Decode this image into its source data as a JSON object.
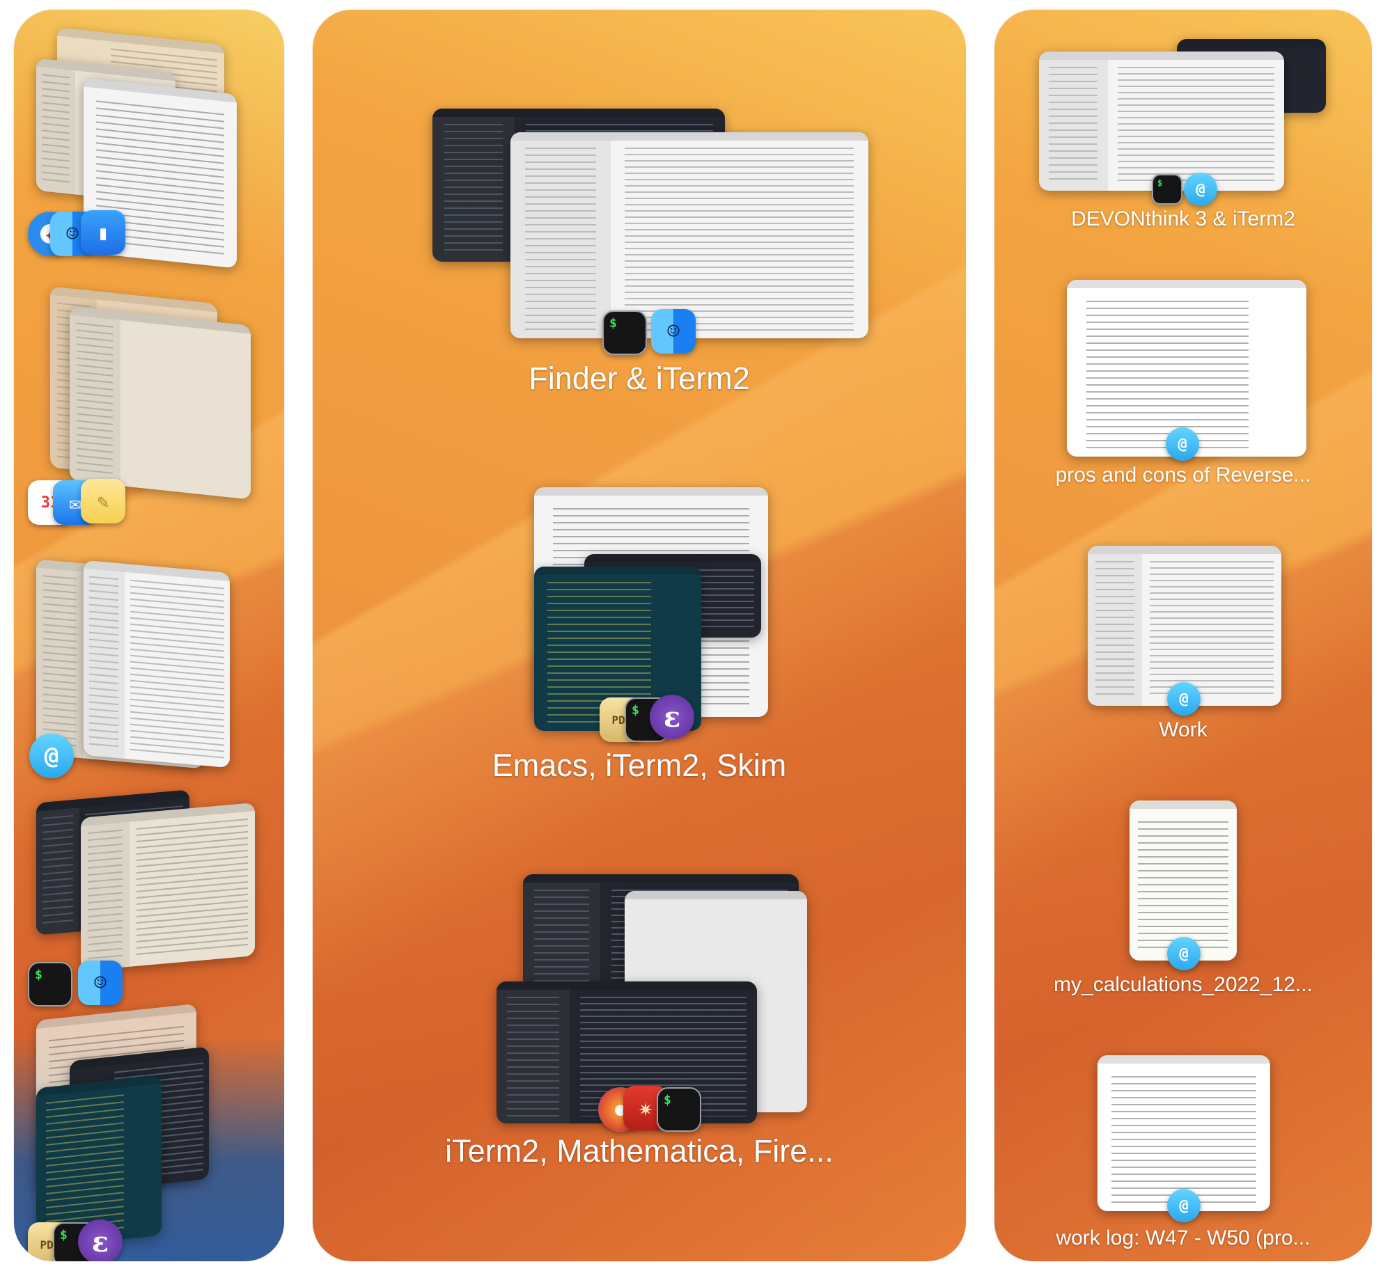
{
  "left_strip": {
    "groups": [
      {
        "icons": [
          "safari-icon",
          "finder-icon",
          "books-icon"
        ]
      },
      {
        "icons": [
          "calendar-icon",
          "mail-icon",
          "notes-icon"
        ]
      },
      {
        "icons": [
          "devonthink-icon"
        ]
      },
      {
        "icons": [
          "iterm2-icon",
          "finder-icon"
        ]
      },
      {
        "icons": [
          "skim-icon",
          "iterm2-icon",
          "emacs-icon"
        ]
      }
    ]
  },
  "main_stage": {
    "groups": [
      {
        "label": "Finder & iTerm2",
        "icons": [
          "iterm2-icon",
          "finder-icon"
        ]
      },
      {
        "label": "Emacs, iTerm2, Skim",
        "icons": [
          "skim-icon",
          "iterm2-icon",
          "emacs-icon"
        ]
      },
      {
        "label": "iTerm2, Mathematica, Fire...",
        "icons": [
          "firefox-icon",
          "mathematica-icon",
          "iterm2-icon"
        ]
      }
    ]
  },
  "right_strip": {
    "groups": [
      {
        "label": "DEVONthink 3 & iTerm2",
        "icons": [
          "iterm2-icon",
          "devonthink-icon"
        ]
      },
      {
        "label": "pros and cons of Reverse...",
        "icons": [
          "devonthink-icon"
        ]
      },
      {
        "label": "Work",
        "icons": [
          "devonthink-icon"
        ]
      },
      {
        "label": "my_calculations_2022_12...",
        "icons": [
          "devonthink-icon"
        ]
      },
      {
        "label": "work log: W47 - W50 (pro...",
        "icons": [
          "devonthink-icon"
        ]
      }
    ]
  },
  "glyphs": {
    "iterm": "$",
    "finder": "☺",
    "devon": "@",
    "emacs": "ε",
    "skim": "PDF",
    "safari": "✦",
    "books": "▮",
    "mail": "✉",
    "notes": "✎",
    "calendar": "31",
    "mathematica": "✷",
    "firefox": "●"
  },
  "colors": {
    "wallpaper_top": "#f8c458",
    "wallpaper_mid": "#f09a3f",
    "wallpaper_bottom": "#e07a37",
    "label_text": "#ffffff"
  }
}
